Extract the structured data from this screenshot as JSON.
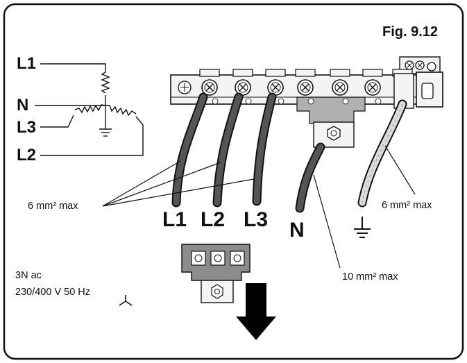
{
  "figure": {
    "label": "Fig. 9.12"
  },
  "winding_labels": [
    "L1",
    "N",
    "L3",
    "L2"
  ],
  "terminal_labels": [
    "L1",
    "L2",
    "L3",
    "N"
  ],
  "earth_symbol": "earth-ground",
  "annotations": {
    "phase_wire": "6 mm² max",
    "earth_wire": "6 mm² max",
    "neutral_wire": "10 mm² max"
  },
  "supply": {
    "line1": "3N ac",
    "line2": "230/400 V 50 Hz",
    "symbol": "star-connection"
  },
  "colors": {
    "ink": "#111111",
    "wire": "#555555",
    "earth_wire": "#dcdcdc",
    "block": "#f2f2f2",
    "link": "#8c8c8c"
  }
}
